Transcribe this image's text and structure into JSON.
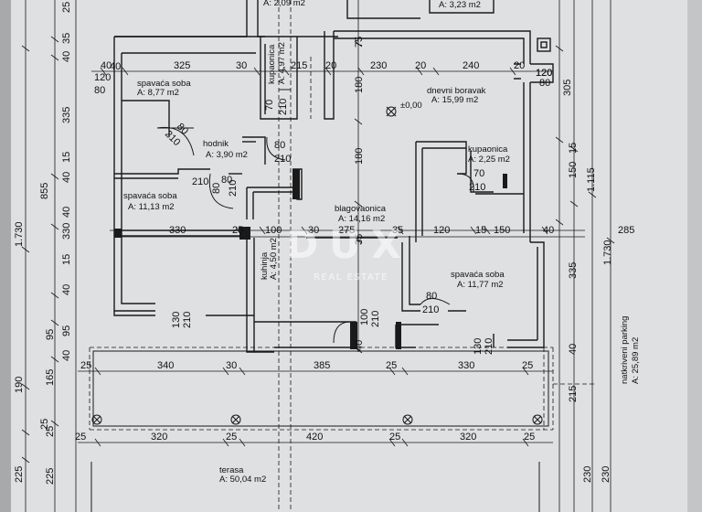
{
  "plan": {
    "top_partial_areas": [
      "A: 2,09 m2",
      "A: 3,23 m2"
    ],
    "rooms": [
      {
        "name": "spavaća soba",
        "area": "A: 8,77 m2"
      },
      {
        "name": "kupaonica",
        "area": "A: 4,97 m2"
      },
      {
        "name": "dnevni boravak",
        "area": "A: 15,99 m2"
      },
      {
        "name": "hodnik",
        "area": "A: 3,90 m2"
      },
      {
        "name": "kupaonica",
        "area": "A: 2,25 m2"
      },
      {
        "name": "spavaća soba",
        "area": "A: 11,13 m2"
      },
      {
        "name": "blagovaonica",
        "area": "A: 14,16 m2"
      },
      {
        "name": "kuhinja",
        "area": "A: 4,50 m2"
      },
      {
        "name": "spavaća soba",
        "area": "A: 11,77 m2"
      },
      {
        "name": "natkriveni parking",
        "area": "A: 25,89 m2"
      },
      {
        "name": "terasa",
        "area": "A: 50,04 m2"
      }
    ],
    "level_mark": "±0,00",
    "watermark": {
      "brand": "DUX",
      "subtitle": "REAL ESTATE"
    },
    "dims_top": [
      "40",
      "325",
      "30",
      "215",
      "20",
      "230",
      "20",
      "240",
      "20",
      "120"
    ],
    "dims_mid_row": [
      "330",
      "25",
      "100",
      "30",
      "275",
      "35",
      "120",
      "15",
      "150",
      "40",
      "285"
    ],
    "dims_row_385": [
      "25",
      "340",
      "30",
      "385",
      "25",
      "330",
      "25"
    ],
    "dims_row_terasa": [
      "25",
      "320",
      "25",
      "420",
      "25",
      "320",
      "25"
    ],
    "dims_left_outer": [
      "1.730",
      "855",
      "40",
      "335",
      "40",
      "330",
      "15",
      "40",
      "95",
      "165",
      "190",
      "25",
      "225",
      "225"
    ],
    "dims_left_inner": [
      "25",
      "35",
      "40",
      "120",
      "80",
      "15",
      "40",
      "95",
      "40",
      "25"
    ],
    "dims_right": [
      "305",
      "150",
      "15",
      "1.115",
      "1.730",
      "335",
      "40",
      "215",
      "230",
      "230"
    ],
    "door_labels": [
      "80",
      "210",
      "80",
      "210",
      "70",
      "210",
      "80",
      "210",
      "70",
      "210",
      "80",
      "210",
      "130",
      "210",
      "100",
      "210",
      "130",
      "210",
      "80",
      "210",
      "120",
      "80"
    ],
    "vertical_dims_center": [
      "75",
      "180",
      "180",
      "35",
      "40"
    ]
  }
}
